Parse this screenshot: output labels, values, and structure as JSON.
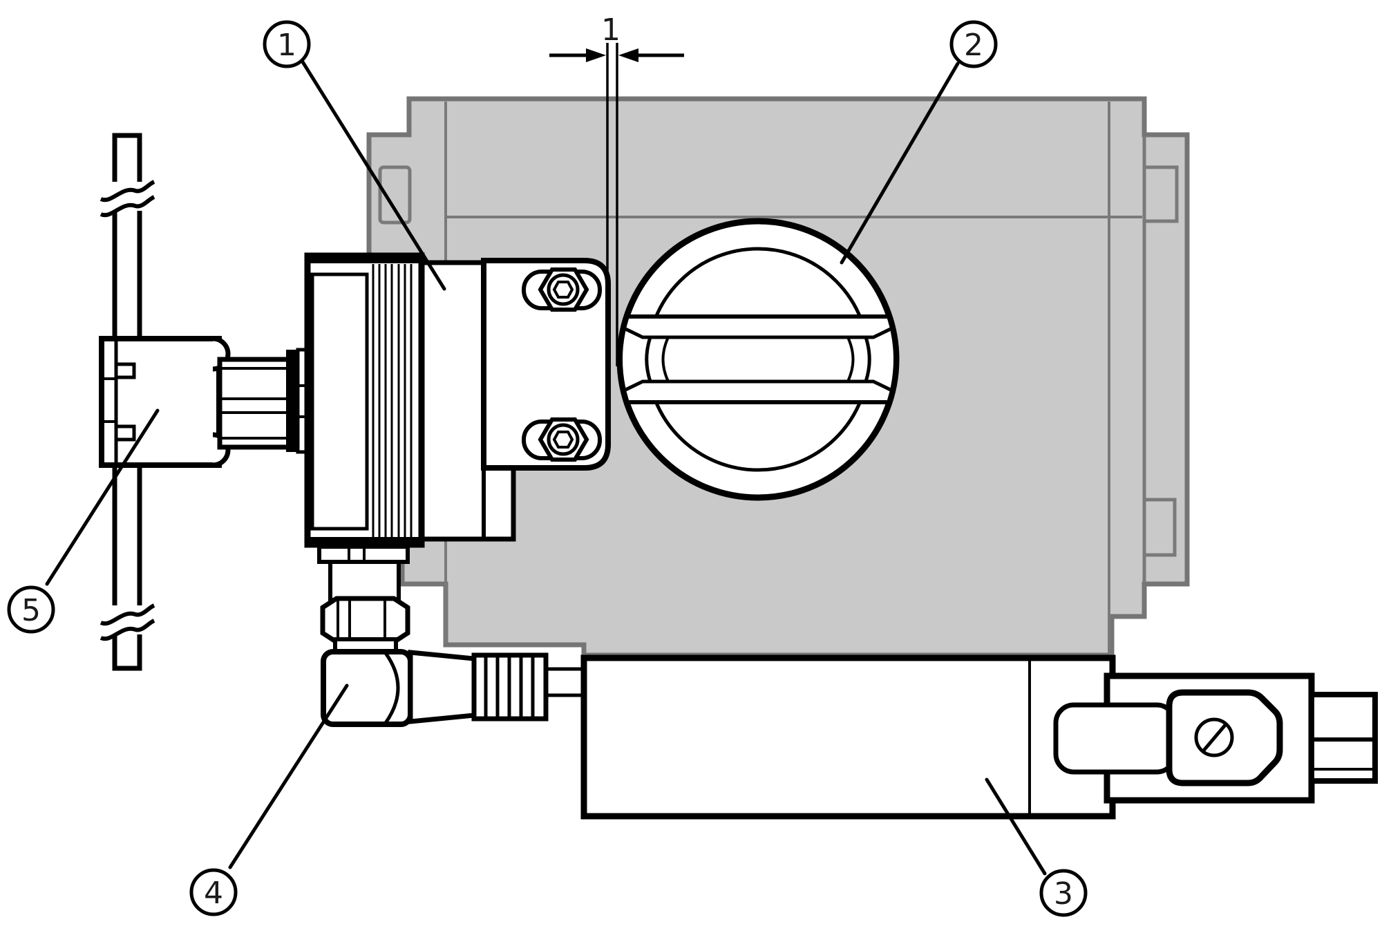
{
  "figure": {
    "kind": "technical-line-drawing",
    "description_labels_visible": [
      "1",
      "2",
      "3",
      "4",
      "5"
    ],
    "dimension": {
      "label": "1"
    },
    "callouts": [
      {
        "label": "1"
      },
      {
        "label": "2"
      },
      {
        "label": "3"
      },
      {
        "label": "4"
      },
      {
        "label": "5"
      }
    ],
    "colors": {
      "background": "#ffffff",
      "housing_fill": "#c9c9c9",
      "housing_outline": "#757575",
      "seam_line": "#7a7a7a",
      "ink": "#000000",
      "part_fill": "#ffffff"
    }
  }
}
